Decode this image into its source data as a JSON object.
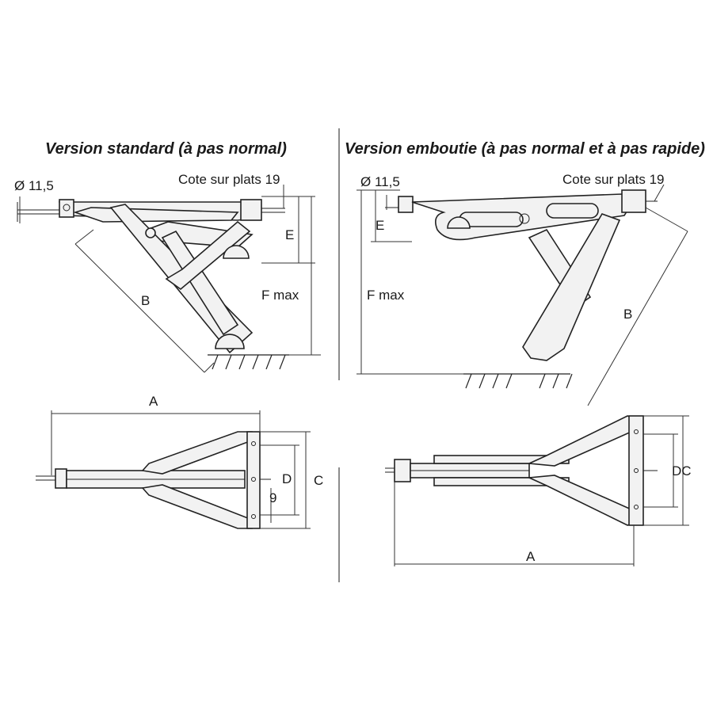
{
  "titles": {
    "left": "Version standard (à pas normal)",
    "right": "Version emboutie (à pas normal et à pas rapide)"
  },
  "left": {
    "diameter": "Ø 11,5",
    "cote": "Cote sur plats 19",
    "E": "E",
    "B": "B",
    "Fmax": "F max",
    "A": "A",
    "C": "C",
    "D": "D",
    "nine": "9"
  },
  "right": {
    "diameter": "Ø 11,5",
    "cote": "Cote sur plats 19",
    "E": "E",
    "B": "B",
    "Fmax": "F max",
    "A": "A",
    "DC": "DC"
  }
}
